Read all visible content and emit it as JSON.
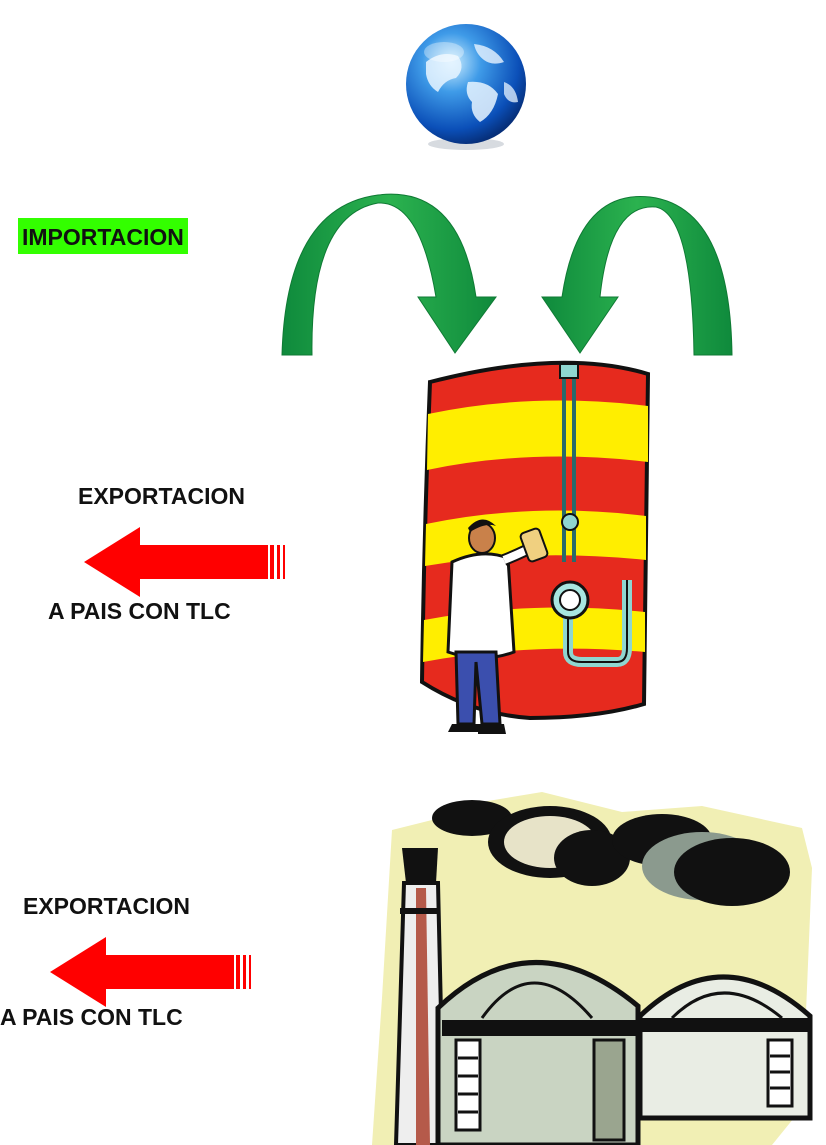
{
  "import": {
    "label": "IMPORTACION",
    "highlight": "#33ff00"
  },
  "export_top": {
    "label": "EXPORTACION",
    "destination": "A PAIS CON TLC"
  },
  "export_bottom": {
    "label": "EXPORTACION",
    "destination": "A PAIS CON TLC"
  },
  "icons": {
    "globe": "globe-icon",
    "import_arrows": "curved-arrow-icon",
    "tank": "tank-with-technician-icon",
    "export_arrows": "left-arrow-icon",
    "factory": "factory-icon"
  },
  "colors": {
    "import_arrow": "#17a34a",
    "export_arrow": "#ff0000",
    "tank_red": "#e62a1e",
    "tank_yellow": "#ffee00",
    "background": "#ffffff"
  }
}
